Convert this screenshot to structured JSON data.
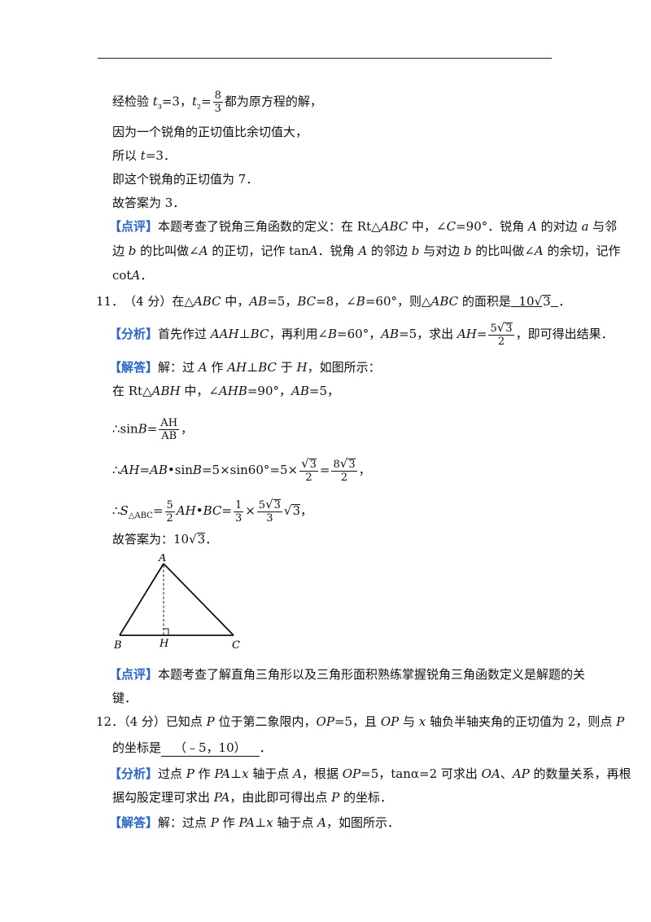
{
  "l01": {
    "a": "经检验 ",
    "b": "t",
    "c": "₃",
    "d": "=3，",
    "e": "t",
    "f": "₂",
    "g": "=",
    "h": "8",
    "i": "3",
    "j": "都为原方程的解，"
  },
  "l02": "因为一个锐角的正切值比余切值大，",
  "l03": {
    "a": "所以 ",
    "b": "t",
    "c": "=3．"
  },
  "l04": "即这个锐角的正切值为 7．",
  "l05": "故答案为 3．",
  "l06": {
    "tag": "【点评】",
    "a": "本题考查了锐角三角函数的定义：在 Rt△",
    "b": "ABC",
    "c": " 中，∠",
    "d": "C",
    "e": "=90°．锐角 ",
    "f": "A",
    "g": " 的对边 ",
    "h": "a",
    "i": " 与邻"
  },
  "l07": {
    "a": "边 ",
    "b": "b",
    "c": " 的比叫做∠",
    "d": "A",
    "e": " 的正切，记作 tan",
    "f": "A",
    "g": "．锐角 ",
    "h": "A",
    "i": " 的邻边 ",
    "j": "b",
    "k": " 与对边 ",
    "l": "b",
    "m": " 的比叫做∠",
    "n": "A",
    "o": " 的余切，记作"
  },
  "l08": {
    "a": "cot",
    "b": "A",
    "c": "．"
  },
  "l09": {
    "a": "11．　（4 分）在△",
    "b": "ABC",
    "c": " 中，",
    "d": "AB",
    "e": "=5，",
    "f": "BC",
    "g": "=8，∠",
    "h": "B",
    "i": "=60°，则△",
    "j": "ABC",
    "k": " 的面积是",
    "ans_a": "10",
    "ans_b": "3",
    "l": "．"
  },
  "l10": {
    "tag": "【分析】",
    "a": "首先作过 ",
    "b": "AAH",
    "c": "⊥",
    "d": "BC",
    "e": "，再利用∠",
    "f": "B",
    "g": "=60°，",
    "h": "AB",
    "i": "=5，求出 ",
    "j": "AH",
    "k": "=",
    "num_a": "5",
    "num_b": "3",
    "den": "2",
    "l": "，即可得出结果．"
  },
  "l11": {
    "tag": "【解答】",
    "a": "解：过 ",
    "b": "A",
    "c": " 作 ",
    "d": "AH",
    "e": "⊥",
    "f": "BC",
    "g": " 于 ",
    "h": "H",
    "i": "，如图所示："
  },
  "l12": {
    "a": "在 Rt△",
    "b": "ABH",
    "c": " 中，∠",
    "d": "AHB",
    "e": "=90°，",
    "f": "AB",
    "g": "=5，"
  },
  "l13": {
    "a": "∴sin",
    "b": "B",
    "c": "=",
    "num": "AH",
    "den": "AB",
    "d": "，"
  },
  "l14": {
    "a": "∴",
    "b": "AH",
    "c": "=",
    "d": "AB",
    "e": "•sin",
    "f": "B",
    "g": "=5×sin60°=5×",
    "f1n": "3",
    "f1d": "2",
    "h": "=",
    "f2a": "8",
    "f2b": "3",
    "f2d": "2",
    "i": "，"
  },
  "l15": {
    "a": "∴",
    "b": "S",
    "c": "△ABC",
    "d": "=",
    "f1n": "5",
    "f1d": "2",
    "e": "AH",
    "f": "•",
    "g": "BC",
    "h": "=",
    "f2n": "1",
    "f2d": "3",
    "i": "×",
    "f3a": "5",
    "f3b": "3",
    "f3d": "3",
    "j": "3",
    "k": "，"
  },
  "l16": {
    "a": "故答案为：10",
    "b": "3",
    "c": "．"
  },
  "fig": {
    "A": "A",
    "B": "B",
    "H": "H",
    "C": "C"
  },
  "l17": {
    "tag": "【点评】",
    "a": "本题考查了解直角三角形以及三角形面积熟练掌握锐角三角函数定义是解题的关"
  },
  "l18": "键．",
  "l19": {
    "a": "12．（4 分）已知点 ",
    "b": "P",
    "c": " 位于第二象限内，",
    "d": "OP",
    "e": "=5，且 ",
    "f": "OP",
    "g": " 与 ",
    "h": "x",
    "i": " 轴负半轴夹角的正切值为 2，则点 ",
    "j": "P"
  },
  "l20": {
    "a": "的坐标是",
    "ans": "（﹣5，10）",
    "b": "．"
  },
  "l21": {
    "tag": "【分析】",
    "a": "过点 ",
    "b": "P",
    "c": " 作 ",
    "d": "PA",
    "e": "⊥",
    "f": "x",
    "g": " 轴于点 ",
    "h": "A",
    "i": "，根据 ",
    "j": "OP",
    "k": "=5，tanα=2 可求出 ",
    "l": "OA",
    "m": "、",
    "n": "AP",
    "o": " 的数量关系，再根"
  },
  "l22": {
    "a": "据勾股定理可求出 ",
    "b": "PA",
    "c": "，由此即可得出点 ",
    "d": "P",
    "e": " 的坐标．"
  },
  "l23": {
    "tag": "【解答】",
    "a": "解：过点 ",
    "b": "P",
    "c": " 作 ",
    "d": "PA",
    "e": "⊥",
    "f": "x",
    "g": " 轴于点 ",
    "h": "A",
    "i": "，如图所示．"
  }
}
